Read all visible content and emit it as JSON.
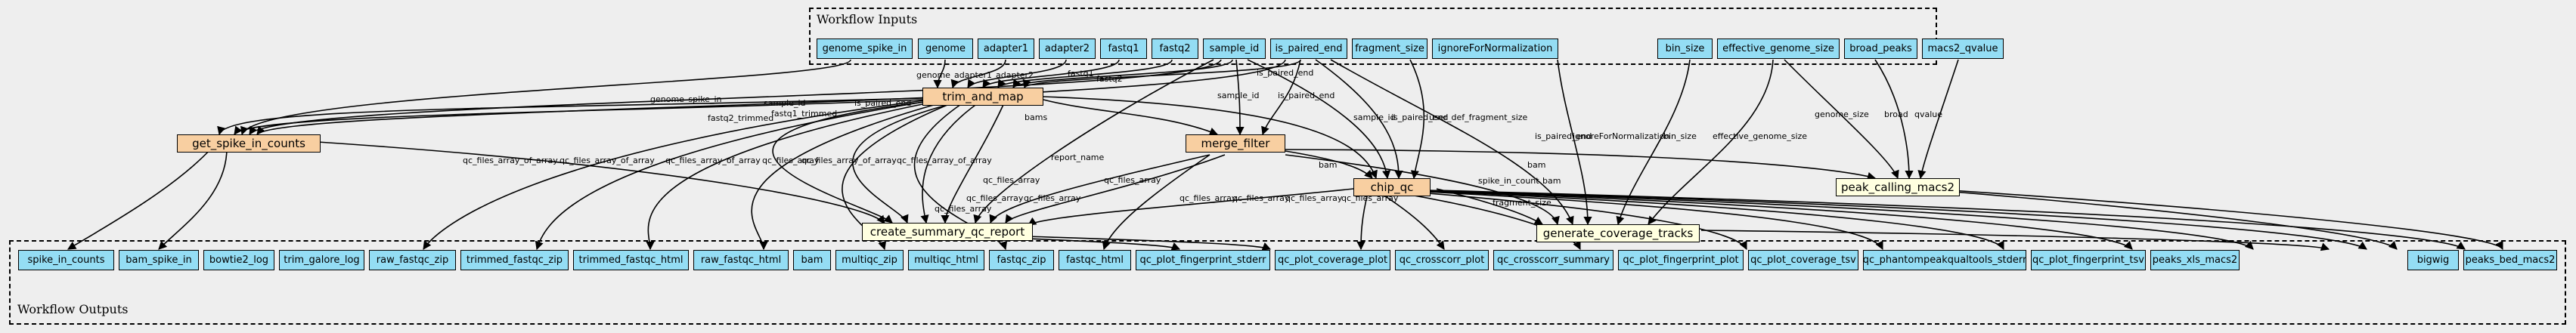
{
  "clusters": {
    "inputs_label": "Workflow Inputs",
    "outputs_label": "Workflow Outputs"
  },
  "colors": {
    "io_node": "#94ddf4",
    "step_node": "#f8cfa1",
    "tool_node": "#ffffe0",
    "background": "#eeeeee"
  },
  "nodes": {
    "genome_spike_in": "genome_spike_in",
    "genome": "genome",
    "adapter1": "adapter1",
    "adapter2": "adapter2",
    "fastq1": "fastq1",
    "fastq2": "fastq2",
    "sample_id": "sample_id",
    "is_paired_end": "is_paired_end",
    "fragment_size": "fragment_size",
    "ignoreForNormalization": "ignoreForNormalization",
    "bin_size": "bin_size",
    "effective_genome_size": "effective_genome_size",
    "broad_peaks": "broad_peaks",
    "macs2_qvalue": "macs2_qvalue",
    "trim_and_map": "trim_and_map",
    "get_spike_in_counts": "get_spike_in_counts",
    "merge_filter": "merge_filter",
    "chip_qc": "chip_qc",
    "peak_calling_macs2": "peak_calling_macs2",
    "generate_coverage_tracks": "generate_coverage_tracks",
    "create_summary_qc_report": "create_summary_qc_report",
    "out_spike_in_counts": "spike_in_counts",
    "out_bam_spike_in": "bam_spike_in",
    "out_bowtie2_log": "bowtie2_log",
    "out_trim_galore_log": "trim_galore_log",
    "out_raw_fastqc_zip": "raw_fastqc_zip",
    "out_trimmed_fastqc_zip": "trimmed_fastqc_zip",
    "out_trimmed_fastqc_html": "trimmed_fastqc_html",
    "out_raw_fastqc_html": "raw_fastqc_html",
    "out_bam": "bam",
    "out_multiqc_zip": "multiqc_zip",
    "out_multiqc_html": "multiqc_html",
    "out_fastqc_zip": "fastqc_zip",
    "out_fastqc_html": "fastqc_html",
    "out_qc_plot_fingerprint_stderr": "qc_plot_fingerprint_stderr",
    "out_qc_plot_coverage_plot": "qc_plot_coverage_plot",
    "out_qc_crosscorr_plot": "qc_crosscorr_plot",
    "out_qc_crosscorr_summary": "qc_crosscorr_summary",
    "out_qc_plot_fingerprint_plot": "qc_plot_fingerprint_plot",
    "out_qc_plot_coverage_tsv": "qc_plot_coverage_tsv",
    "out_qc_phantompeakqualtools_stderr": "qc_phantompeakqualtools_stderr",
    "out_qc_plot_fingerprint_tsv": "qc_plot_fingerprint_tsv",
    "out_bigwig": "bigwig",
    "out_peaks_xls_macs2": "peaks_xls_macs2",
    "out_peaks_bed_macs2": "peaks_bed_macs2"
  },
  "edge_labels": {
    "genome": "genome",
    "adapter1": "adapter1",
    "adapter2": "adapter2",
    "fastq1": "fastq1",
    "fastq2": "fastq2",
    "genome_spike_in": "genome_spike_in",
    "sample_id": "sample_id",
    "is_paired_end": "is_paired_end",
    "fastq1_trimmed": "fastq1_trimmed",
    "fastq2_trimmed": "fastq2_trimmed",
    "bams": "bams",
    "report_name": "report_name",
    "qc_files_array_of_array": "qc_files_array_of_array",
    "qc_files_array": "qc_files_array",
    "bam": "bam",
    "spike_in_count": "spike_in_count",
    "fragment_size": "fragment_size",
    "user_def_fragment_size": "user_def_fragment_size",
    "ignoreForNormalization": "ignoreForNormalization",
    "bin_size": "bin_size",
    "effective_genome_size": "effective_genome_size",
    "genome_size": "genome_size",
    "broad": "broad",
    "qvalue": "qvalue"
  }
}
